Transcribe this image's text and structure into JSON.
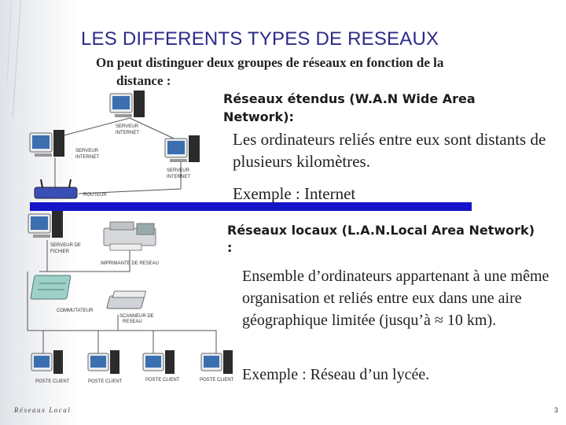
{
  "slide": {
    "title": "LES DIFFERENTS TYPES DE RESEAUX",
    "intro_line1": "On peut distinguer deux groupes de réseaux en fonction de la",
    "intro_line2": "distance :",
    "wan_heading": "Réseaux étendus (W.A.N Wide Area Network):",
    "wan_text": "Les ordinateurs reliés entre eux sont distants de plusieurs kilomètres.",
    "wan_example": "Exemple : Internet",
    "lan_heading": "Réseaux locaux (L.A.N.Local Area Network) :",
    "lan_text": "Ensemble d’ordinateurs appartenant à une même organisation et reliés entre eux dans une aire géographique limitée (jusqu’à ≈ 10 km).",
    "lan_example": "Exemple : Réseau d’un lycée.",
    "footer_left": "Réseaux Local",
    "page_number": "3"
  },
  "diagram": {
    "labels": {
      "server_internet_1": [
        "SERVEUR",
        "INTERNET"
      ],
      "server_internet_2": [
        "SERVEUR",
        "INTERNET"
      ],
      "server_internet_3": [
        "SERVEUR",
        "INTERNET"
      ],
      "router": "ROUTEUR",
      "file_server": [
        "SERVEUR DE",
        "FICHIER"
      ],
      "network_printer": "IMPRIMANTE DE RESEAU",
      "switch": "COMMUTATEUR",
      "network_scanner": [
        "SCANNEUR DE",
        "RESEAU"
      ],
      "client_1": "POSTE CLIENT",
      "client_2": "POSTE CLIENT",
      "client_3": "POSTE CLIENT",
      "client_4": "POSTE CLIENT"
    },
    "colors": {
      "bus": "#1414c8",
      "title": "#2c2a8a"
    }
  }
}
